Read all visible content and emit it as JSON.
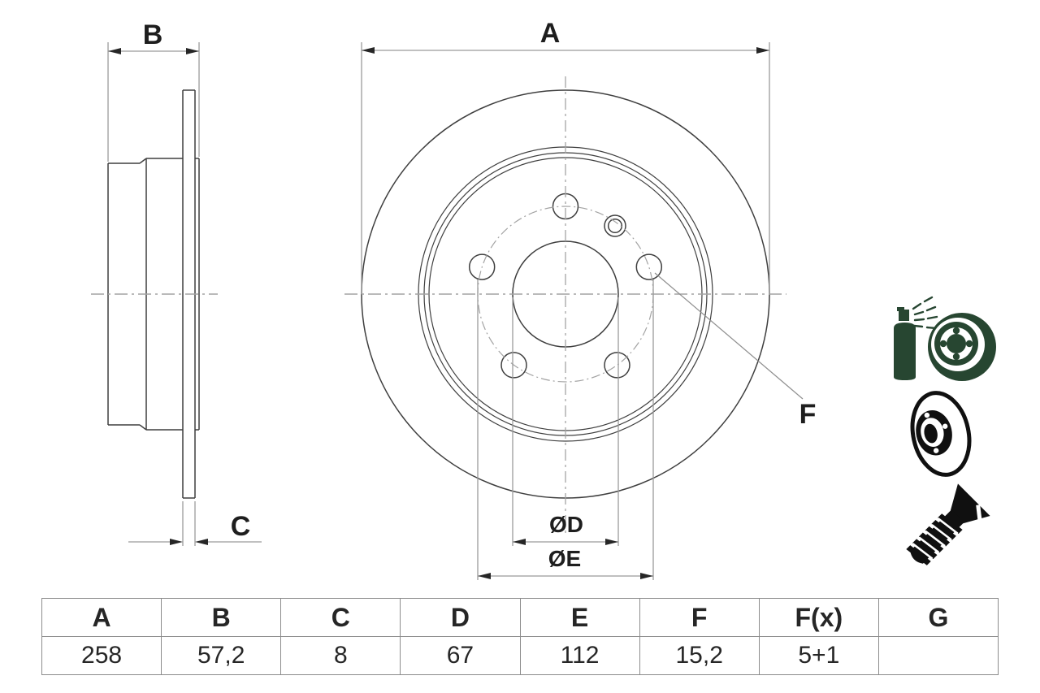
{
  "drawing_labels": {
    "a": "A",
    "b": "B",
    "c": "C",
    "f": "F",
    "d_diameter": "ØD",
    "e_diameter": "ØE"
  },
  "dimension_table": {
    "headers": [
      "A",
      "B",
      "C",
      "D",
      "E",
      "F",
      "F(x)",
      "G"
    ],
    "values": [
      "258",
      "57,2",
      "8",
      "67",
      "112",
      "15,2",
      "5+1",
      ""
    ]
  },
  "icons": {
    "spray": "spray-coated-disc-icon",
    "disc": "brake-disc-icon",
    "screw": "countersunk-screw-icon"
  },
  "colors": {
    "geometry_line": "#3f3f3f",
    "dimension_line": "#9b9b9b",
    "centerline": "#a3a3a3",
    "arrowhead": "#262626",
    "table_border": "#8c8c8c",
    "icon_green": "#274631",
    "icon_black": "#101010"
  }
}
